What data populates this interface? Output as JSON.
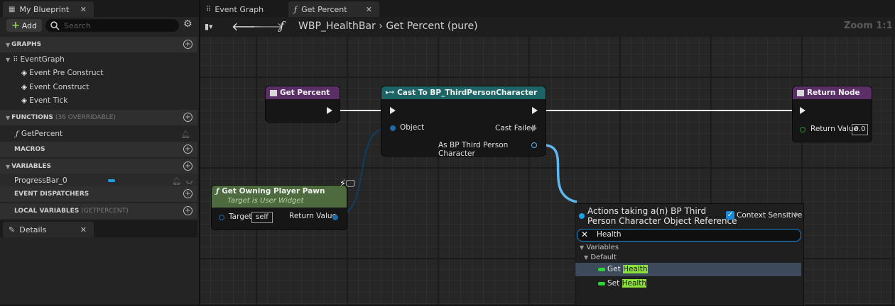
{
  "left_panel": {
    "my_blueprint_tab": "My Blueprint",
    "add_label": "Add",
    "search_placeholder": "Search",
    "graphs_label": "GRAPHS",
    "event_graph_label": "EventGraph",
    "events": [
      "Event Pre Construct",
      "Event Construct",
      "Event Tick"
    ],
    "functions_label": "FUNCTIONS",
    "functions_sub": "(36 OVERRIDABLE)",
    "function_item": "GetPercent",
    "macros_label": "MACROS",
    "variables_label": "VARIABLES",
    "variable_item": "ProgressBar_0",
    "dispatchers_label": "EVENT DISPATCHERS",
    "local_vars_label": "LOCAL VARIABLES",
    "local_vars_sub": "(GETPERCENT)",
    "details_tab": "Details"
  },
  "graph": {
    "tabs": [
      "Event Graph",
      "Get Percent"
    ],
    "breadcrumb_root": "WBP_HealthBar",
    "breadcrumb_sep": "›",
    "breadcrumb_current": "Get Percent (pure)",
    "zoom": "Zoom 1:1",
    "nodes": {
      "get_percent": "Get Percent",
      "cast": "Cast To BP_ThirdPersonCharacter",
      "cast_object": "Object",
      "cast_failed": "Cast Failed",
      "cast_as": "As BP Third Person Character",
      "return_node": "Return Node",
      "return_value": "Return Value",
      "return_default": "0.0",
      "owning_pawn": "Get Owning Player Pawn",
      "owning_pawn_sub": "Target is User Widget",
      "target_label": "Target",
      "target_value": "self",
      "owning_return": "Return Value"
    }
  },
  "context_menu": {
    "title_line1": "Actions taking a(n) BP Third",
    "title_line2": "Person Character Object Reference",
    "context_sensitive": "Context Sensitive",
    "search_value": "Health",
    "category": "Variables",
    "subcategory": "Default",
    "item1_prefix": "Get ",
    "item1_match": "Health",
    "item2_prefix": "Set ",
    "item2_match": "Health"
  }
}
